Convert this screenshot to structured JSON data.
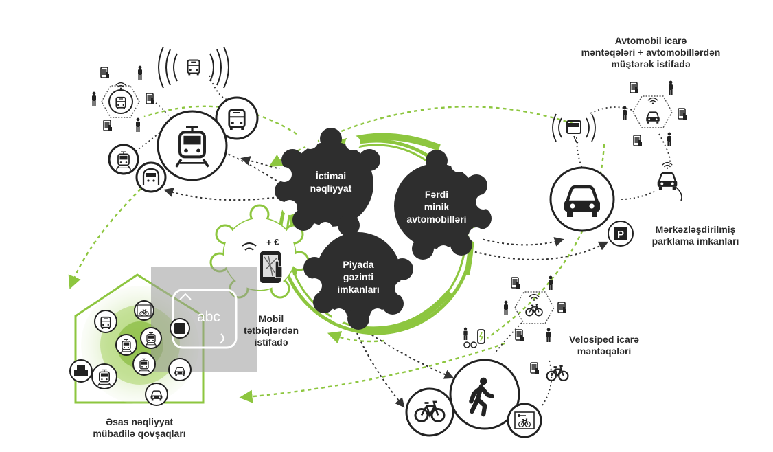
{
  "labels": {
    "public_transport": [
      "İctimai",
      "nəqliyyat"
    ],
    "private_cars": [
      "Fərdi",
      "minik",
      "avtomobilləri"
    ],
    "walking": [
      "Piyada",
      "gəzinti",
      "imkanları"
    ],
    "mobile_apps": [
      "Mobil",
      "tətbiqlərdən",
      "istifadə"
    ],
    "car_rental": [
      "Avtomobil icarə",
      "məntəqələri + avtomobillərdən",
      "müştərək istifadə"
    ],
    "parking": [
      "Mərkəzləşdirilmiş",
      "parklama imkanları"
    ],
    "bike_rental": [
      "Velosiped icarə",
      "məntəqələri"
    ],
    "hubs": [
      "Əsas nəqliyyat",
      "mübadilə qovşaqları"
    ],
    "abc": "abc",
    "plus_euro": "+ €",
    "parking_sign": "P"
  },
  "colors": {
    "accent_green": "#8dc63f",
    "gear_dark": "#2e2e2e",
    "line_dark": "#333333",
    "panel_gray": "#9a9a9a"
  },
  "icons": [
    "bus-icon",
    "tram-icon",
    "metro-icon",
    "train-icon",
    "car-icon",
    "bicycle-icon",
    "pedestrian-icon",
    "smartphone-icon",
    "person-icon",
    "parking-icon",
    "wifi-icon",
    "charging-car-icon",
    "house-icon"
  ]
}
